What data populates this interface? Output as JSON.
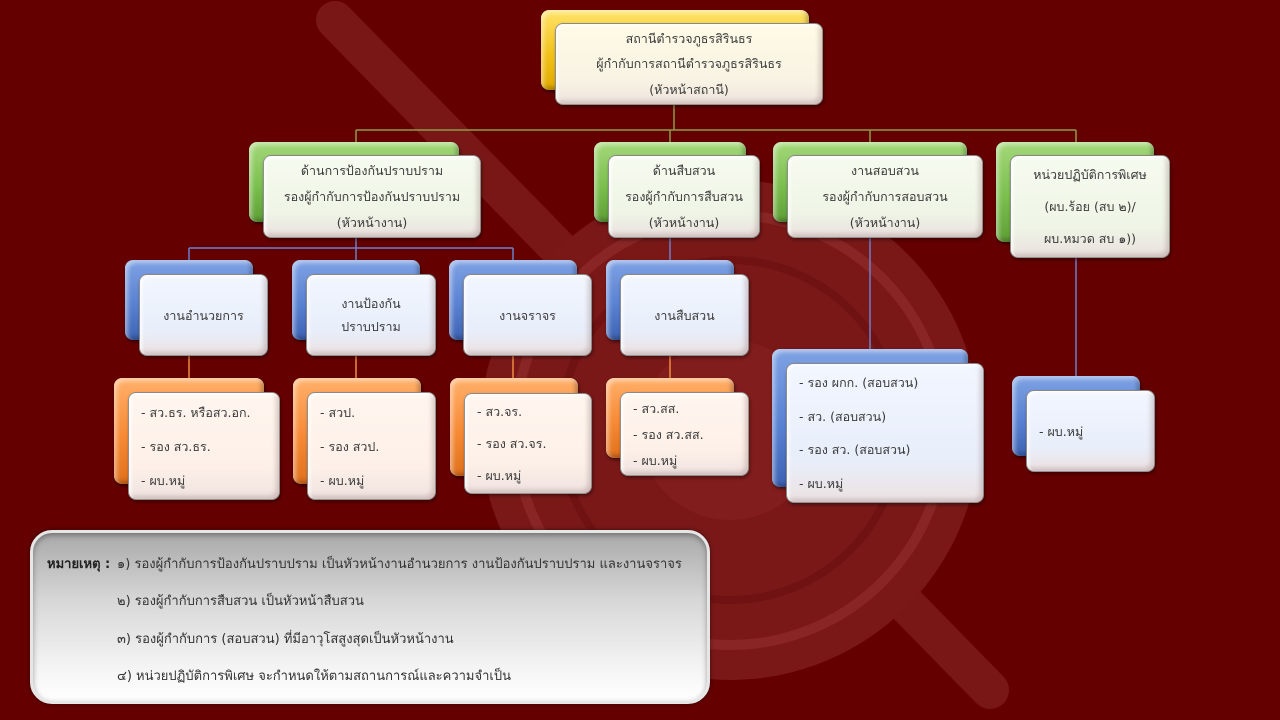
{
  "colors": {
    "background": "#650000",
    "gold": "#f2c21a",
    "green": "#7bbf4e",
    "blue": "#5a82d2",
    "orange": "#f68a36",
    "connector_top": "#8f9a4a",
    "connector_blue": "#6a80c8",
    "connector_orange": "#f08a40"
  },
  "root": {
    "lines": [
      "สถานีตำรวจภูธรสิรินธร",
      "ผู้กำกับการสถานีตำรวจภูธรสิรินธร",
      "(หัวหน้าสถานี)"
    ]
  },
  "divisions": [
    {
      "lines": [
        "ด้านการป้องกันปราบปราม",
        "รองผู้กำกับการป้องกันปราบปราม",
        "(หัวหน้างาน)"
      ]
    },
    {
      "lines": [
        "ด้านสืบสวน",
        "รองผู้กำกับการสืบสวน",
        "(หัวหน้างาน)"
      ]
    },
    {
      "lines": [
        "งานสอบสวน",
        "รองผู้กำกับการสอบสวน",
        "(หัวหน้างาน)"
      ]
    },
    {
      "lines": [
        "หน่วยปฏิบัติการพิเศษ",
        "(ผบ.ร้อย (สบ ๒)/",
        "ผบ.หมวด สบ ๑))"
      ]
    }
  ],
  "units": [
    {
      "lines": [
        "งานอำนวยการ"
      ]
    },
    {
      "lines": [
        "งานป้องกัน",
        "ปราบปราม"
      ]
    },
    {
      "lines": [
        "งานจราจร"
      ]
    },
    {
      "lines": [
        "งานสืบสวน"
      ]
    }
  ],
  "staff": [
    {
      "lines": [
        "- สว.ธร. หรือสว.อก.",
        "- รอง สว.ธร.",
        "- ผบ.หมู่"
      ]
    },
    {
      "lines": [
        "- สวป.",
        "- รอง สวป.",
        "- ผบ.หมู่"
      ]
    },
    {
      "lines": [
        "- สว.จร.",
        "- รอง สว.จร.",
        "- ผบ.หมู่"
      ]
    },
    {
      "lines": [
        "- สว.สส.",
        "- รอง สว.สส.",
        "- ผบ.หมู่"
      ]
    },
    {
      "lines": [
        "- รอง ผกก. (สอบสวน)",
        "- สว. (สอบสวน)",
        "- รอง สว. (สอบสวน)",
        "- ผบ.หมู่"
      ]
    },
    {
      "lines": [
        "- ผบ.หมู่"
      ]
    }
  ],
  "notes": {
    "title": "หมายเหตุ :",
    "items": [
      "๑) รองผู้กำกับการป้องกันปราบปราม เป็นหัวหน้างานอำนวยการ งานป้องกันปราบปราม และงานจราจร",
      "๒) รองผู้กำกับการสืบสวน เป็นหัวหน้าสืบสวน",
      "๓) รองผู้กำกับการ (สอบสวน) ที่มีอาวุโสสูงสุดเป็นหัวหน้างาน",
      "๔) หน่วยปฏิบัติการพิเศษ  จะกำหนดให้ตามสถานการณ์และความจำเป็น"
    ]
  }
}
